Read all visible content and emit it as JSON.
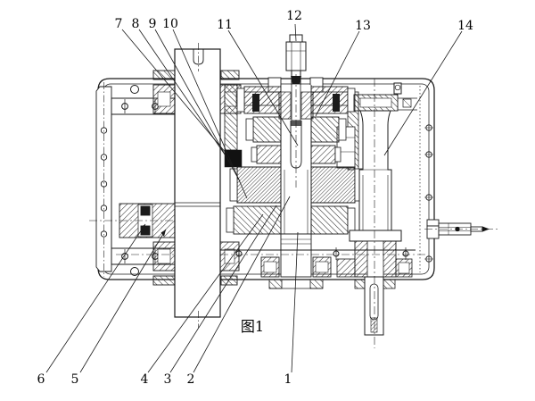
{
  "figure": {
    "type": "technical-drawing",
    "subject": "gearbox cross-section assembly drawing",
    "caption": "图1",
    "part_labels": {
      "top": [
        "7",
        "8",
        "9",
        "10",
        "11",
        "12",
        "13",
        "14"
      ],
      "bottom": [
        "6",
        "5",
        "4",
        "3",
        "2",
        "1"
      ]
    }
  },
  "colors": {
    "line": "#1b1b1b",
    "background": "#ffffff"
  }
}
